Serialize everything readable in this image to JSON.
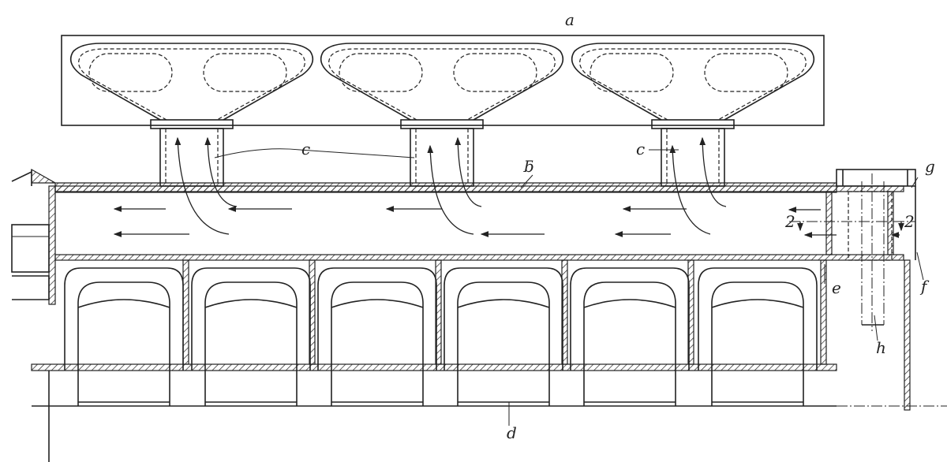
{
  "labels": {
    "a": "a",
    "b": "ƃ",
    "c1": "c",
    "c2": "c",
    "d": "d",
    "e": "e",
    "f": "f",
    "g": "g",
    "h": "h",
    "section_left": "2",
    "section_right": "2"
  }
}
